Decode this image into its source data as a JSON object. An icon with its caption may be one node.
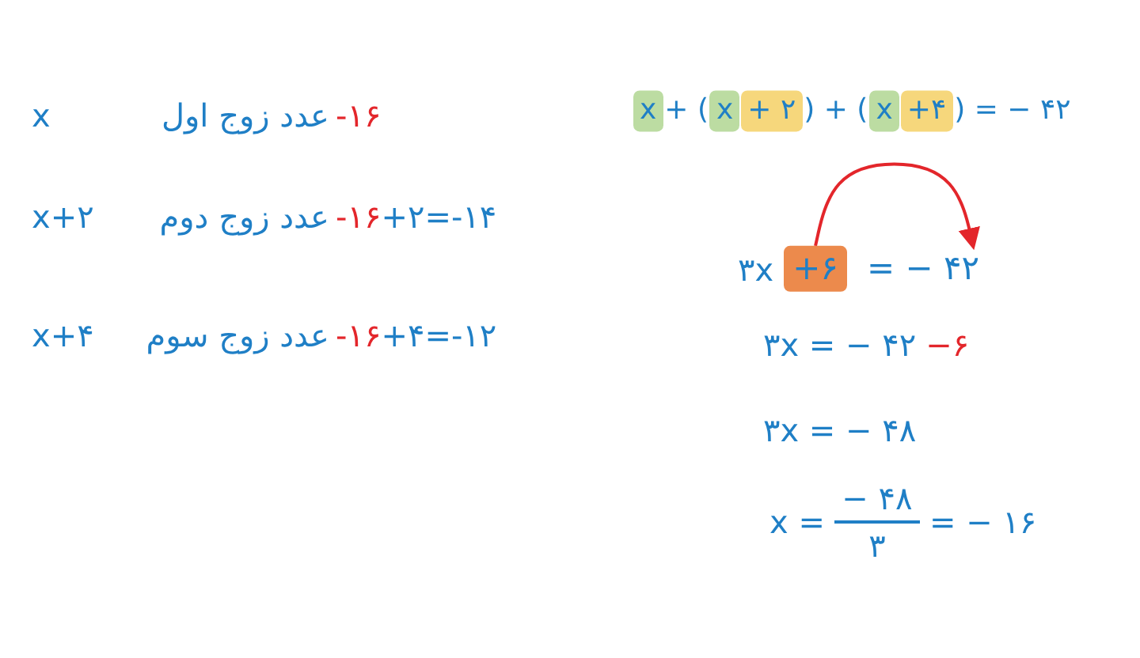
{
  "diagram": {
    "nodes": [
      {
        "text": [
          "x"
        ]
      },
      {
        "text": [
          "x"
        ]
      },
      {
        "text": [
          "+ ۲"
        ]
      },
      {
        "text": [
          "x"
        ]
      },
      {
        "text": [
          "+۴"
        ]
      },
      {
        "text": [
          "+۶"
        ]
      },
      {
        "text": [
          "= − ۴۲"
        ]
      }
    ],
    "edges": [
      {
        "from": 5,
        "to": 6,
        "arrow": "to"
      }
    ],
    "labels": [
      "x",
      "عدد زوج اول",
      "-۱۶",
      "x+۲",
      "عدد زوج دوم",
      "-۱۶",
      "+۲=-۱۴",
      "x+۴",
      "عدد زوج سوم",
      "-۱۶",
      "+۴=-۱۲",
      "+ (",
      ") + (",
      ") = − ۴۲",
      "۳x",
      "۳x = − ۴۲",
      "−۶",
      "۳x = − ۴۸",
      "x =",
      "− ۴۸",
      "۳",
      "= − ۱۶"
    ]
  }
}
